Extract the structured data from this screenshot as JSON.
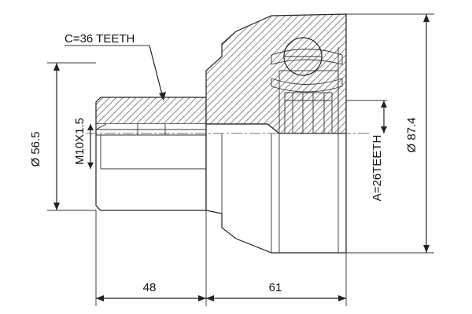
{
  "drawing": {
    "colors": {
      "line": "#222222",
      "hatch_fill": "#9e9e9e",
      "background": "#ffffff"
    },
    "labels": {
      "spline_c": "C=36 TEETH",
      "spline_a": "A=26TEETH",
      "thread": "M10X1.5",
      "dia_left": "Ø 56.5",
      "dia_right": "Ø 87.4",
      "len_shaft": "48",
      "len_body": "61"
    }
  }
}
